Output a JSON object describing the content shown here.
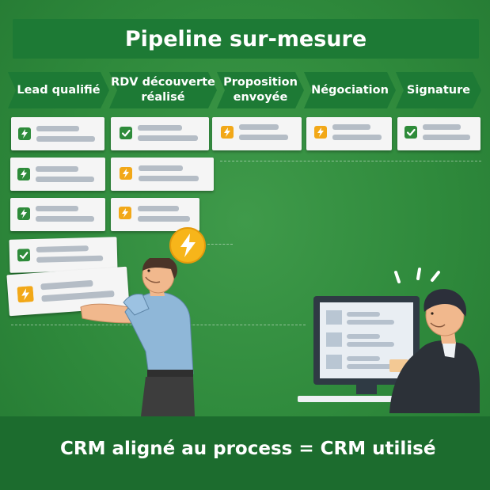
{
  "title": "Pipeline sur-mesure",
  "stages": [
    {
      "line1": "Lead qualifié",
      "line2": ""
    },
    {
      "line1": "RDV découverte",
      "line2": "réalisé"
    },
    {
      "line1": "Proposition",
      "line2": "envoyée"
    },
    {
      "line1": "Négociation",
      "line2": ""
    },
    {
      "line1": "Signature",
      "line2": ""
    }
  ],
  "cards": [
    {
      "stage": 0,
      "status": "lightning"
    },
    {
      "stage": 0,
      "status": "lightning"
    },
    {
      "stage": 0,
      "status": "lightning"
    },
    {
      "stage": 0,
      "status": "check"
    },
    {
      "stage": 0,
      "status": "lightning",
      "state": "being-moved"
    },
    {
      "stage": 1,
      "status": "check"
    },
    {
      "stage": 1,
      "status": "lightning"
    },
    {
      "stage": 1,
      "status": "lightning"
    },
    {
      "stage": 2,
      "status": "lightning"
    },
    {
      "stage": 3,
      "status": "lightning"
    },
    {
      "stage": 4,
      "status": "check"
    }
  ],
  "tagline": "CRM aligné au process = CRM utilisé",
  "colors": {
    "background": "#2f8a3c",
    "header": "#1d7a35",
    "footer": "#1c6c2e",
    "badge_check": "#2e8b3a",
    "badge_lightning": "#f2a818",
    "card": "#f5f5f5"
  },
  "icons": [
    "lightning-icon",
    "check-icon"
  ]
}
